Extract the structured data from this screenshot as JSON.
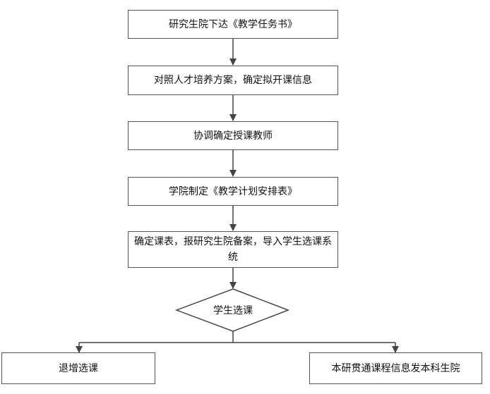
{
  "flowchart": {
    "steps": [
      "研究生院下达《教学任务书》",
      "对照人才培养方案，确定拟开课信息",
      "协调确定授课教师",
      "学院制定《教学计划安排表》",
      "确定课表，报研究生院备案，导入学生选课系统"
    ],
    "decision": "学生选课",
    "outcomes": [
      "退增选课",
      "本研贯通课程信息发本科生院"
    ]
  }
}
